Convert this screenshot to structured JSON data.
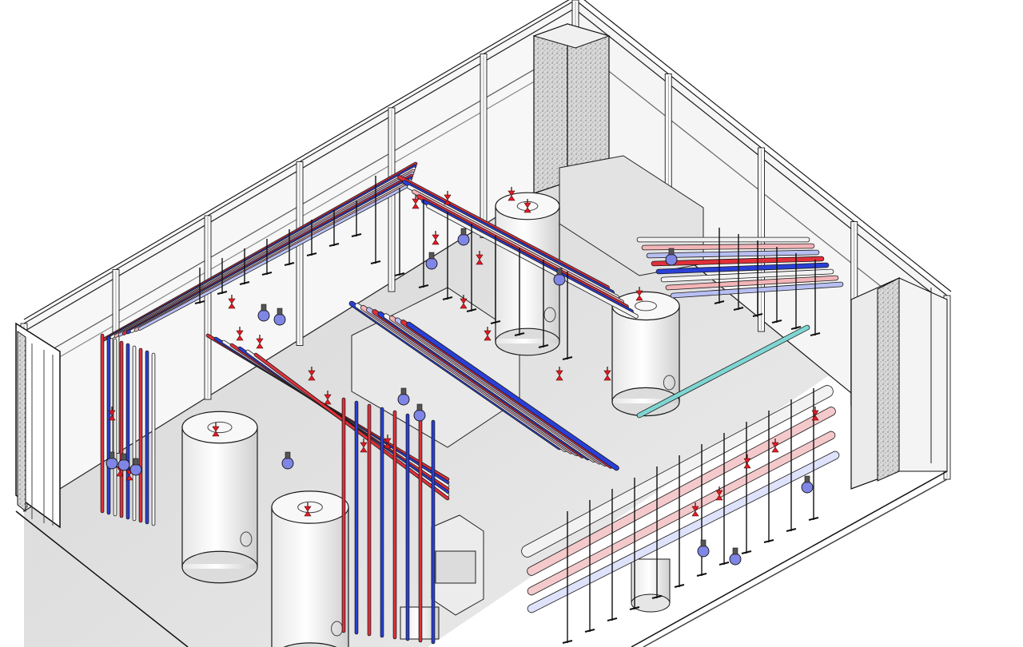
{
  "scene": {
    "type": "isometric-mechanical-plant-room",
    "elements": [
      "outer-walls",
      "glazed-curtain-wall",
      "concrete-columns",
      "storage-tanks",
      "expansion-vessels",
      "pipe-racks",
      "manifold-headers",
      "pumps",
      "valves",
      "pipe-hangers",
      "control-cabinet"
    ],
    "label_count": 0
  },
  "colors": {
    "background": "#ffffff",
    "supply_pipe": "#e0303a",
    "return_pipe": "#2a3fd6",
    "neutral_pipe": "#f2f2f2",
    "cyan_pipe": "#7fd6d2",
    "outline": "#1a1a1a",
    "floor": "#e4e4e4",
    "concrete": "#bdbdbd",
    "tank": "#f4f4f4",
    "valve": "#e31b23"
  },
  "icons": [
    "tank-icon",
    "pump-icon",
    "valve-icon"
  ]
}
